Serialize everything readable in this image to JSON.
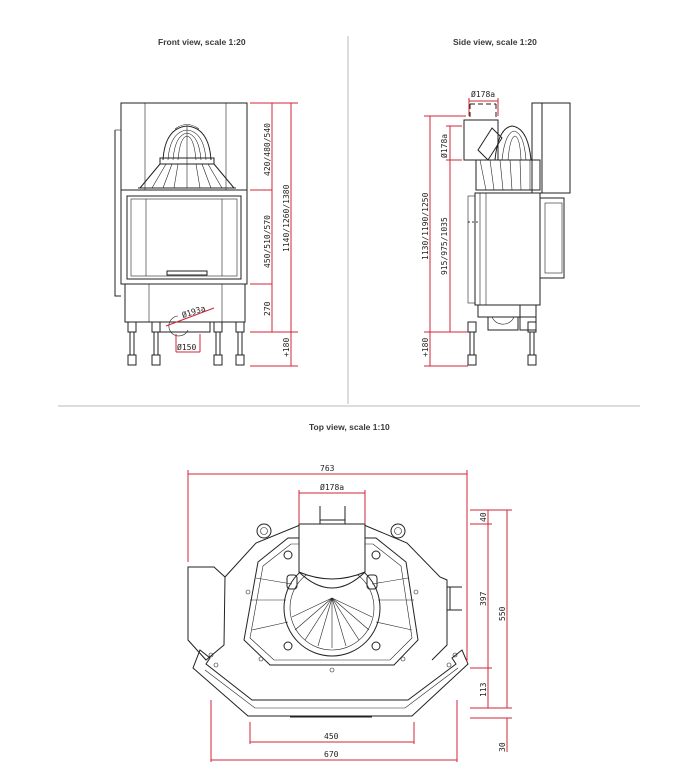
{
  "views": {
    "front": {
      "title": "Front view, scale 1:20",
      "dims": {
        "upper": "420/480/540",
        "middle": "450/510/570",
        "total": "1140/1260/1380",
        "base": "270",
        "legs": "+180",
        "flue_diag": "Ø193a",
        "air_inlet": "Ø150"
      }
    },
    "side": {
      "title": "Side view, scale 1:20",
      "dims": {
        "flue_top": "Ø178a",
        "flue_side": "Ø178a",
        "total": "1130/1190/1250",
        "body": "915/975/1035",
        "legs": "+180"
      }
    },
    "top": {
      "title": "Top view, scale 1:10",
      "dims": {
        "width_overall": "763",
        "flue": "Ø178a",
        "d40": "40",
        "d397": "397",
        "d550": "550",
        "d113": "113",
        "d30": "30",
        "front_450": "450",
        "front_670": "670"
      }
    }
  },
  "colors": {
    "dimension_line": "#d0243a",
    "drawing_line": "#222222",
    "separator": "#b8b8b8"
  }
}
